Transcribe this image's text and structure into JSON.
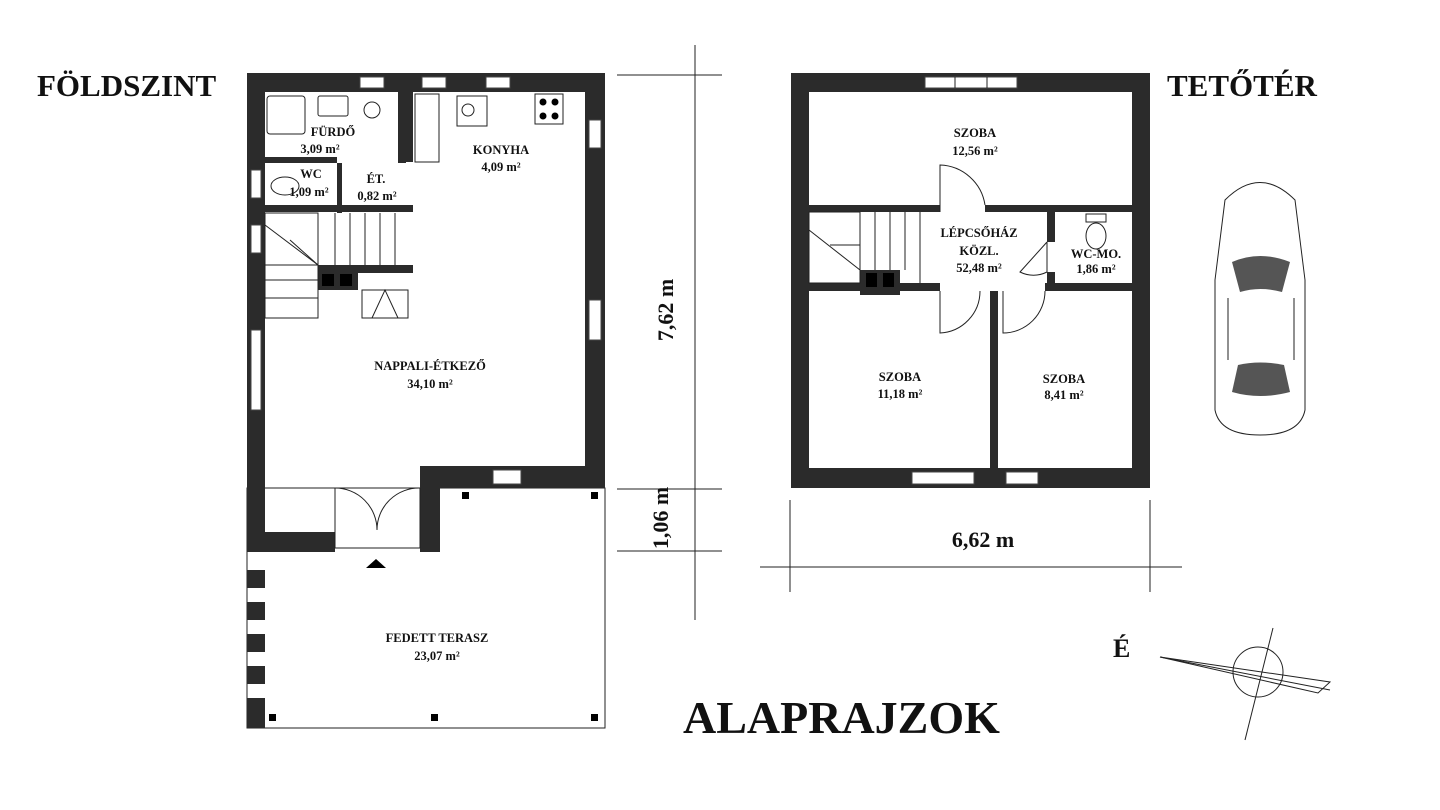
{
  "titles": {
    "ground_floor": "FÖLDSZINT",
    "attic": "TETŐTÉR",
    "main": "ALAPRAJZOK",
    "north": "É"
  },
  "ground_floor_rooms": [
    {
      "name": "FÜRDŐ",
      "area": "3,09 m²"
    },
    {
      "name": "KONYHA",
      "area": "4,09 m²"
    },
    {
      "name": "WC",
      "area": "1,09 m²"
    },
    {
      "name": "ÉT.",
      "area": "0,82 m²"
    },
    {
      "name": "NAPPALI-ÉTKEZŐ",
      "area": "34,10 m²"
    },
    {
      "name": "FEDETT TERASZ",
      "area": "23,07 m²"
    }
  ],
  "attic_rooms": [
    {
      "name": "SZOBA",
      "area": "12,56 m²"
    },
    {
      "name": "LÉPCSŐHÁZ",
      "name2": "KÖZL.",
      "area": "52,48 m²"
    },
    {
      "name": "WC-MO.",
      "area": "1,86 m²"
    },
    {
      "name": "SZOBA",
      "area": "11,18 m²"
    },
    {
      "name": "SZOBA",
      "area": "8,41 m²"
    }
  ],
  "dimensions": {
    "depth": "7,62 m",
    "terrace_depth": "1,06 m",
    "width": "6,62 m"
  },
  "colors": {
    "wall": "#2b2b2b",
    "background": "#ffffff"
  }
}
